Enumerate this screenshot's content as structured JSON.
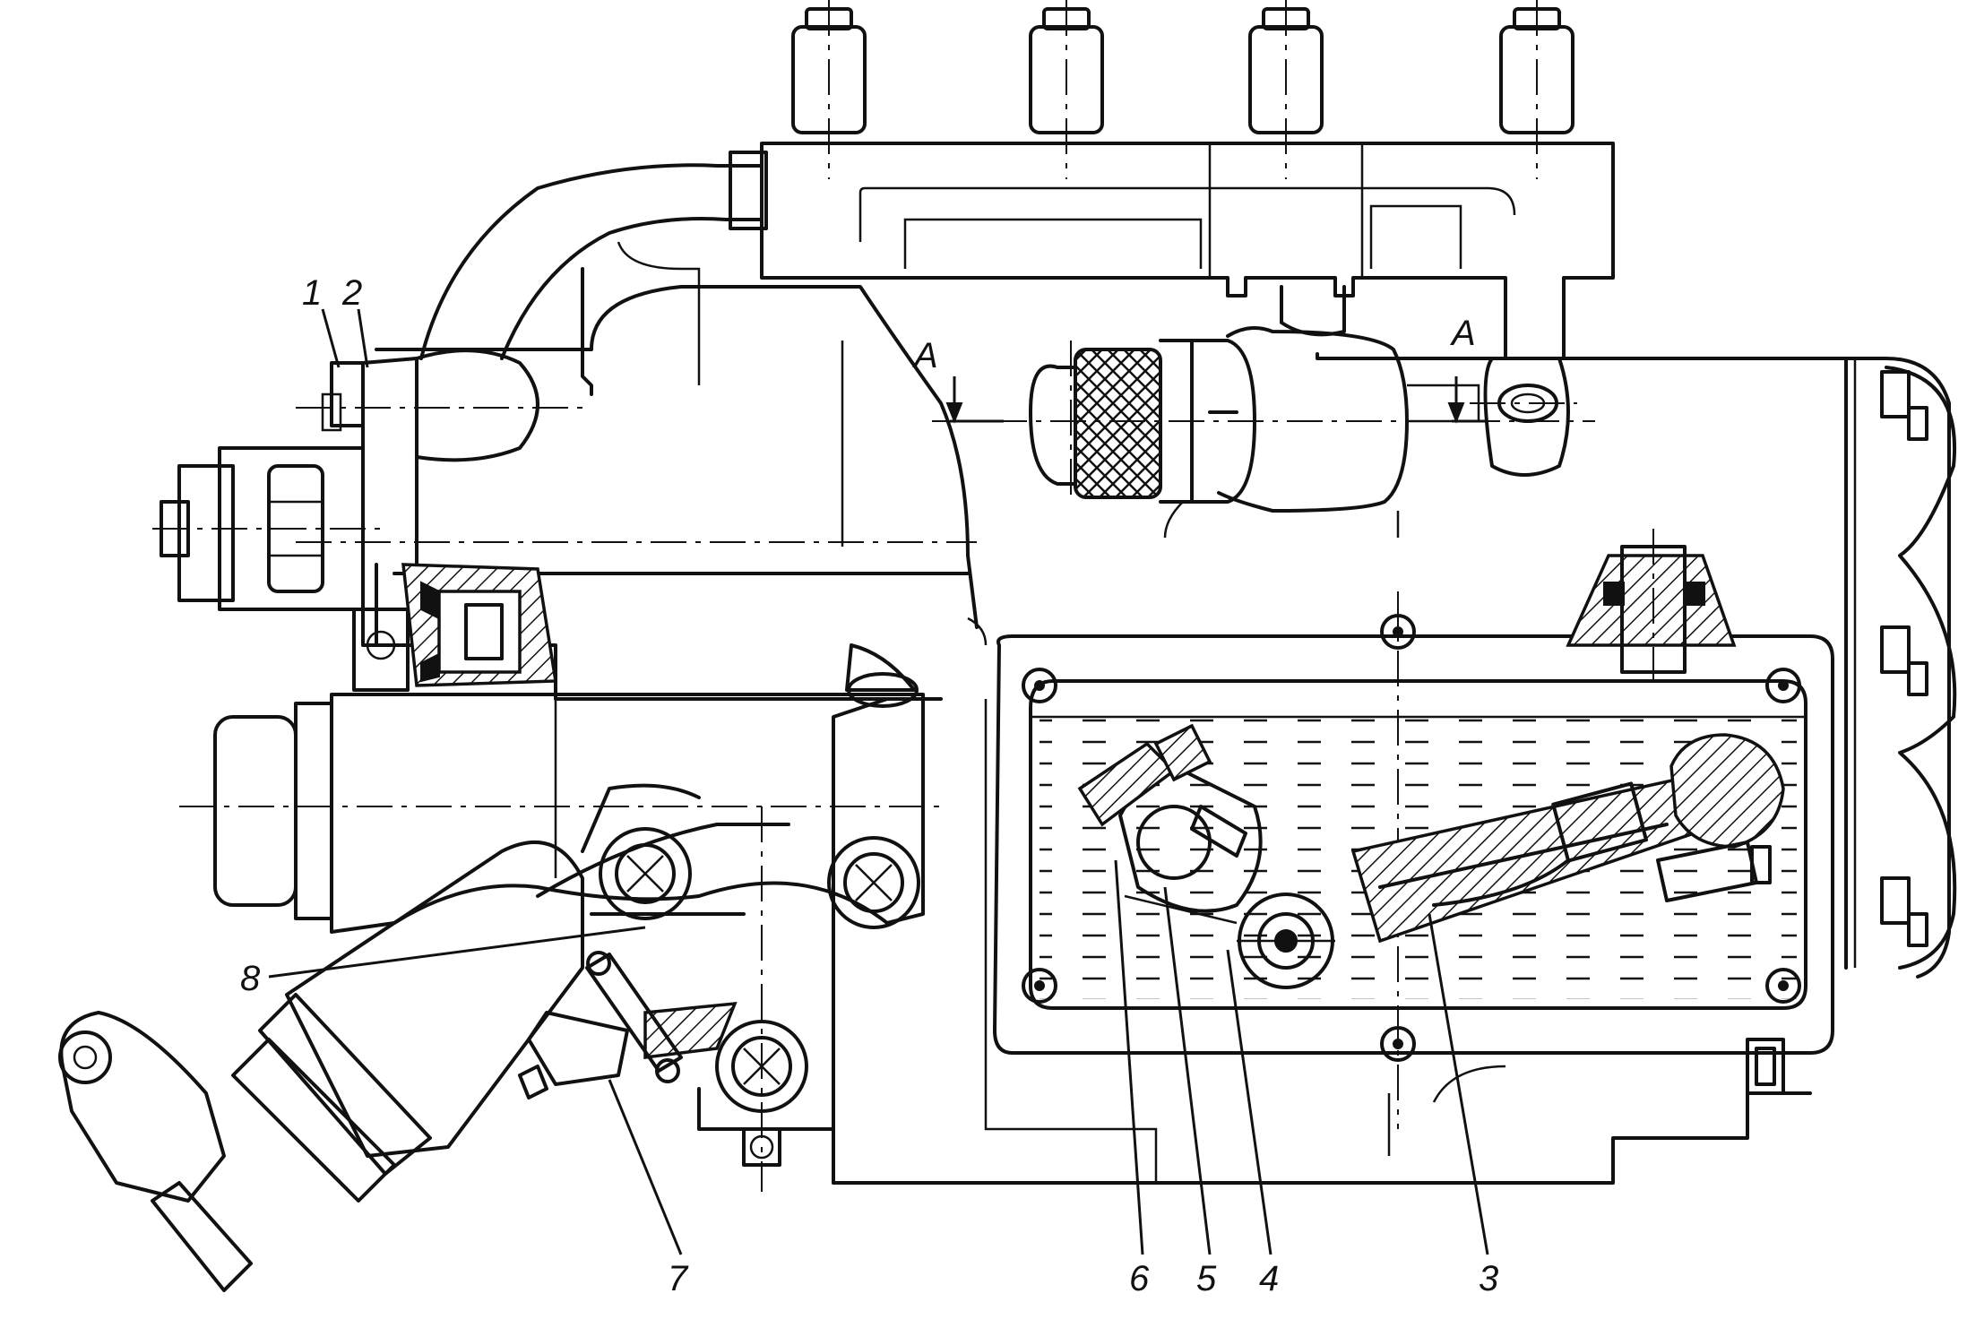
{
  "labels": {
    "l1": "1",
    "l2": "2",
    "l3": "3",
    "l4": "4",
    "l5": "5",
    "l6": "6",
    "l7": "7",
    "l8": "8",
    "sectionA_left": "A",
    "sectionA_right": "A"
  },
  "colors": {
    "ink": "#111111",
    "paper": "#ffffff"
  }
}
